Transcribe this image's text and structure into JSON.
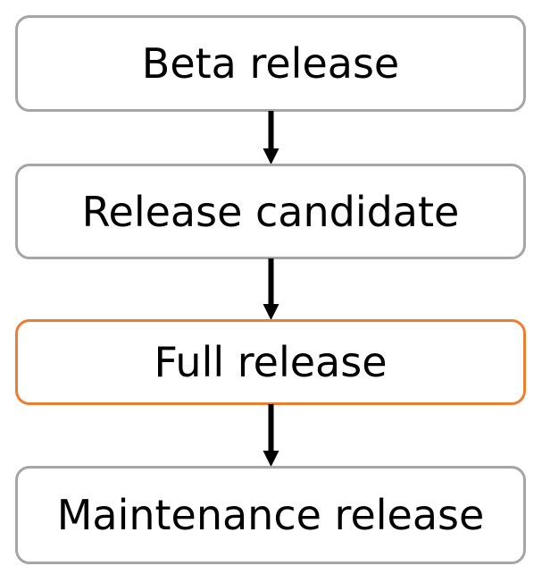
{
  "diagram": {
    "type": "flowchart",
    "orientation": "vertical",
    "background_color": "#FFFFFF",
    "title": "",
    "nodes": [
      {
        "id": "beta-release",
        "label": "Beta release",
        "shape": "rounded-rectangle",
        "border_color": "#A5A5A5",
        "fill_color": "#FFFFFF",
        "text_color": "#000000",
        "highlighted": false
      },
      {
        "id": "release-candidate",
        "label": "Release candidate",
        "shape": "rounded-rectangle",
        "border_color": "#A5A5A5",
        "fill_color": "#FFFFFF",
        "text_color": "#000000",
        "highlighted": false
      },
      {
        "id": "full-release",
        "label": "Full release",
        "shape": "rounded-rectangle",
        "border_color": "#ED7D31",
        "fill_color": "#FFFFFF",
        "text_color": "#000000",
        "highlighted": true
      },
      {
        "id": "maintenance-release",
        "label": "Maintenance release",
        "shape": "rounded-rectangle",
        "border_color": "#A5A5A5",
        "fill_color": "#FFFFFF",
        "text_color": "#000000",
        "highlighted": false
      }
    ],
    "edges": [
      {
        "id": "edge-beta-to-rc",
        "from": "beta-release",
        "to": "release-candidate",
        "label": "",
        "style": "solid",
        "arrow": "down-arrow",
        "color": "#000000"
      },
      {
        "id": "edge-rc-to-full",
        "from": "release-candidate",
        "to": "full-release",
        "label": "",
        "style": "solid",
        "arrow": "down-arrow",
        "color": "#000000"
      },
      {
        "id": "edge-full-to-maint",
        "from": "full-release",
        "to": "maintenance-release",
        "label": "",
        "style": "solid",
        "arrow": "down-arrow",
        "color": "#000000"
      }
    ],
    "colors": {
      "accent": "#ED7D31",
      "neutral_border": "#A5A5A5",
      "arrow": "#000000",
      "text": "#000000"
    }
  }
}
